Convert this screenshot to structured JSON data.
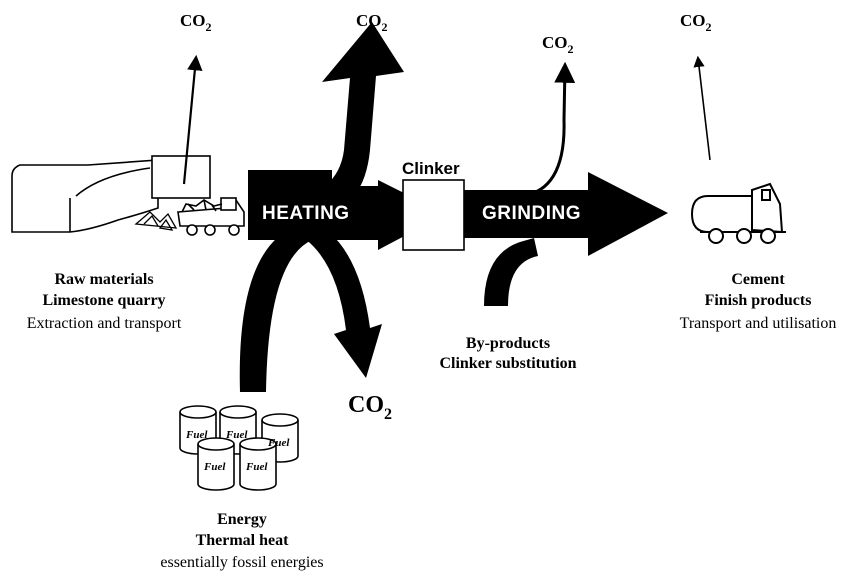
{
  "co2": {
    "formula": "CO",
    "subscript": "2"
  },
  "stages": {
    "heating": "HEATING",
    "grinding": "GRINDING",
    "clinker": "Clinker"
  },
  "fuel_label": "Fuel",
  "raw_materials": {
    "line1": "Raw materials",
    "line2": "Limestone quarry",
    "line3": "Extraction and transport"
  },
  "energy": {
    "line1": "Energy",
    "line2": "Thermal heat",
    "line3": "essentially fossil energies"
  },
  "byproducts": {
    "line1": "By-products",
    "line2": "Clinker substitution"
  },
  "cement": {
    "line1": "Cement",
    "line2": "Finish products",
    "line3": "Transport and utilisation"
  }
}
